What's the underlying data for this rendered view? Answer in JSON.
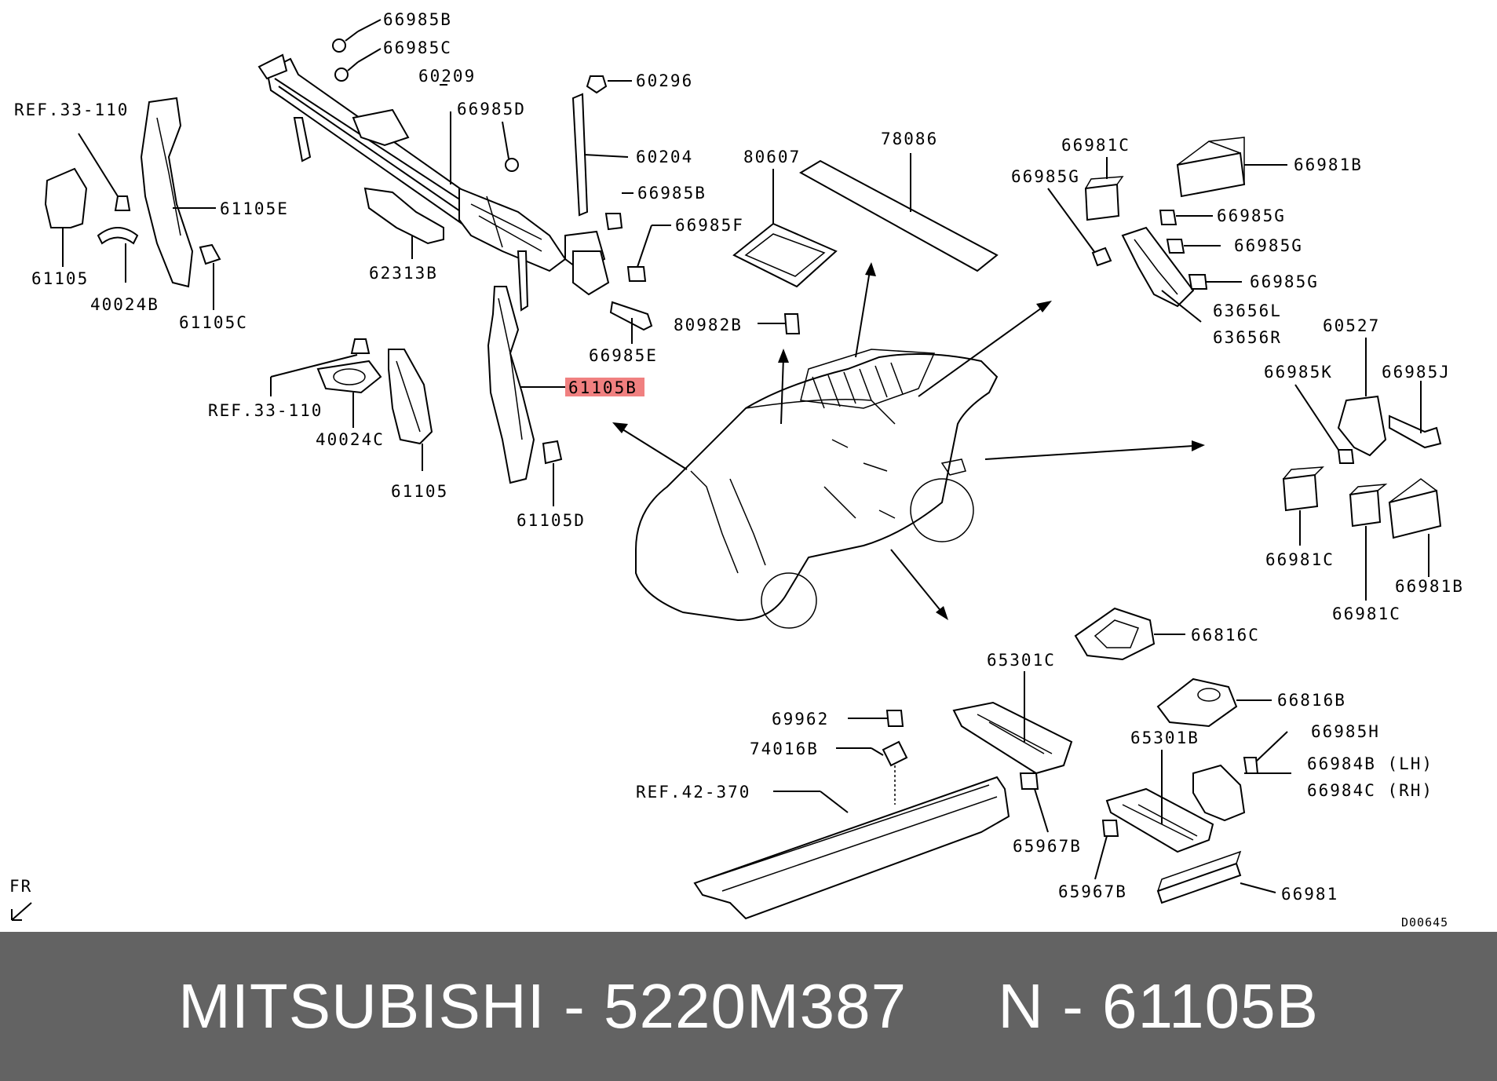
{
  "callouts": {
    "c_66985B_top": "66985B",
    "c_66985C": "66985C",
    "c_60209": "60209",
    "c_60296": "60296",
    "c_66985D": "66985D",
    "c_60204": "60204",
    "c_66985B_mid": "66985B",
    "c_66985F": "66985F",
    "c_66985E": "66985E",
    "c_62313B": "62313B",
    "c_ref33_top": "REF.33-110",
    "c_61105E": "61105E",
    "c_61105_left": "61105",
    "c_40024B": "40024B",
    "c_61105C": "61105C",
    "c_ref33_mid": "REF.33-110",
    "c_40024C": "40024C",
    "c_61105_mid": "61105",
    "c_61105B": "61105B",
    "c_61105D": "61105D",
    "c_80607": "80607",
    "c_78086": "78086",
    "c_80982B": "80982B",
    "c_66981C_top": "66981C",
    "c_66981B_top": "66981B",
    "c_66985G_a": "66985G",
    "c_66985G_b": "66985G",
    "c_66985G_c": "66985G",
    "c_66985G_d": "66985G",
    "c_63656L": "63656L",
    "c_63656R": "63656R",
    "c_60527": "60527",
    "c_66985K": "66985K",
    "c_66985J": "66985J",
    "c_66981C_a": "66981C",
    "c_66981C_b": "66981C",
    "c_66981B_bot": "66981B",
    "c_66816C": "66816C",
    "c_65301C": "65301C",
    "c_66816B": "66816B",
    "c_69962": "69962",
    "c_74016B": "74016B",
    "c_ref42": "REF.42-370",
    "c_65301B": "65301B",
    "c_66985H": "66985H",
    "c_66984B": "66984B (LH)",
    "c_66984C": "66984C (RH)",
    "c_65967B_a": "65967B",
    "c_65967B_b": "65967B",
    "c_66981": "66981",
    "c_fr": "FR",
    "c_code": "D00645"
  },
  "highlight": {
    "part": "61105B",
    "color": "#f08080"
  },
  "footer": {
    "text": "MITSUBISHI - 5220M387     N - 61105B",
    "background": "#636363",
    "color": "#ffffff"
  }
}
